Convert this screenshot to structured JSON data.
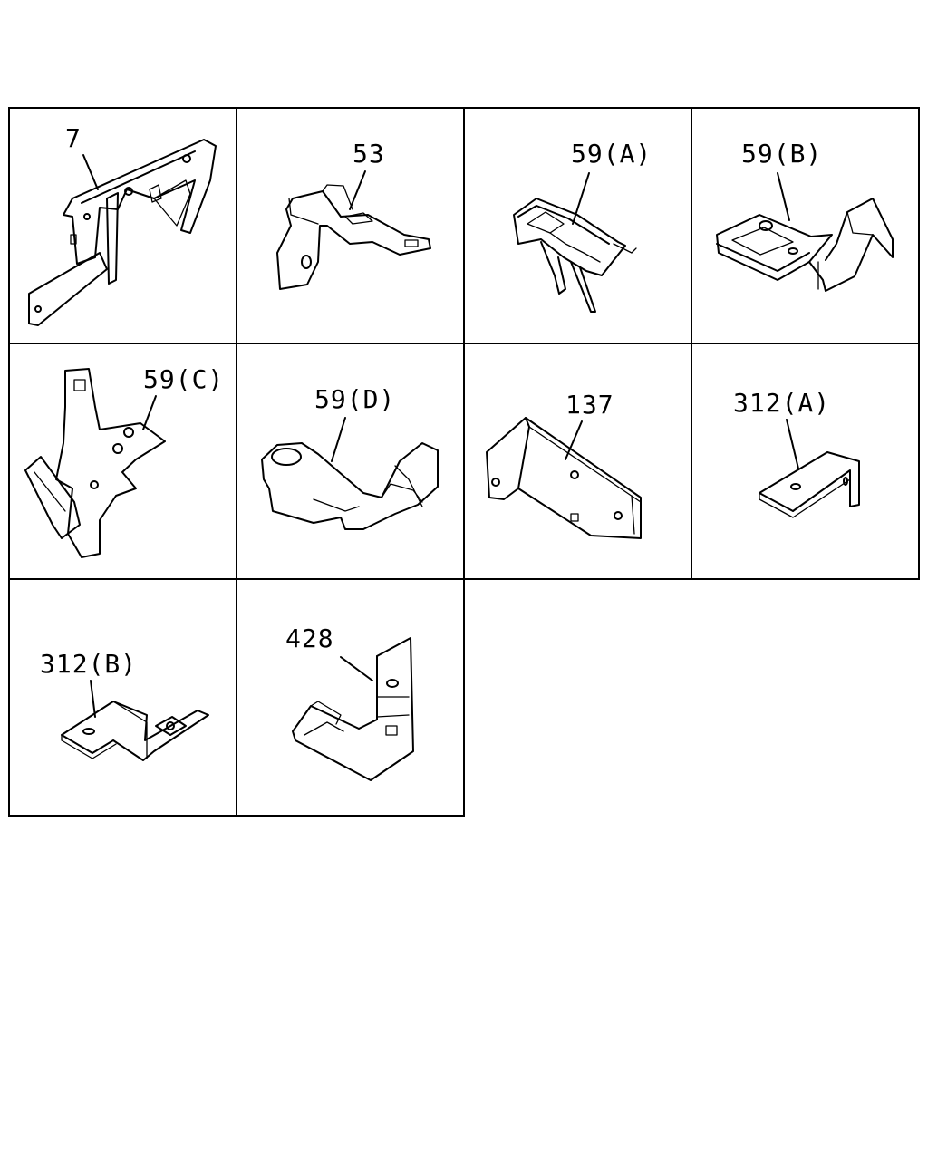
{
  "parts": [
    {
      "label": "7"
    },
    {
      "label": "53"
    },
    {
      "label": "59(A)"
    },
    {
      "label": "59(B)"
    },
    {
      "label": "59(C)"
    },
    {
      "label": "59(D)"
    },
    {
      "label": "137"
    },
    {
      "label": "312(A)"
    },
    {
      "label": "312(B)"
    },
    {
      "label": "428"
    }
  ]
}
